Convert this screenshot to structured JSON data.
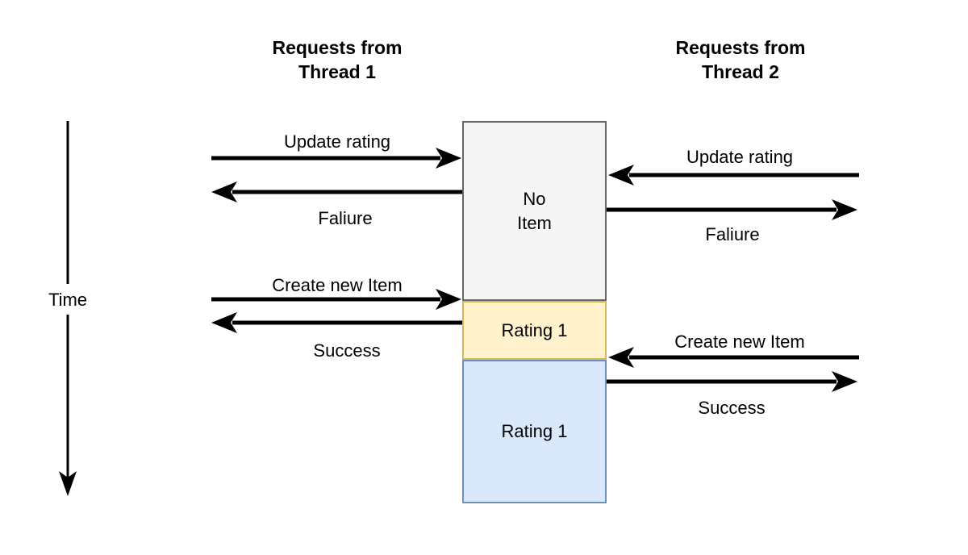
{
  "headers": {
    "thread1": "Requests from\nThread 1",
    "thread2": "Requests from\nThread 2"
  },
  "time_axis": {
    "label": "Time"
  },
  "item_states": [
    {
      "label": "No\nItem",
      "fill": "#f5f5f5",
      "border": "#666666"
    },
    {
      "label": "Rating 1",
      "fill": "#fff2cc",
      "border": "#d6b656"
    },
    {
      "label": "Rating 1",
      "fill": "#dae8fc",
      "border": "#6c8ebf"
    }
  ],
  "thread1_messages": [
    {
      "label": "Update rating",
      "direction": "request-to-item"
    },
    {
      "label": "Faliure",
      "direction": "response-from-item"
    },
    {
      "label": "Create new Item",
      "direction": "request-to-item"
    },
    {
      "label": "Success",
      "direction": "response-from-item"
    }
  ],
  "thread2_messages": [
    {
      "label": "Update rating",
      "direction": "request-to-item"
    },
    {
      "label": "Faliure",
      "direction": "response-from-item"
    },
    {
      "label": "Create new Item",
      "direction": "request-to-item"
    },
    {
      "label": "Success",
      "direction": "response-from-item"
    }
  ],
  "colors": {
    "background": "#ffffff",
    "arrow": "#000000",
    "text": "#000000"
  }
}
